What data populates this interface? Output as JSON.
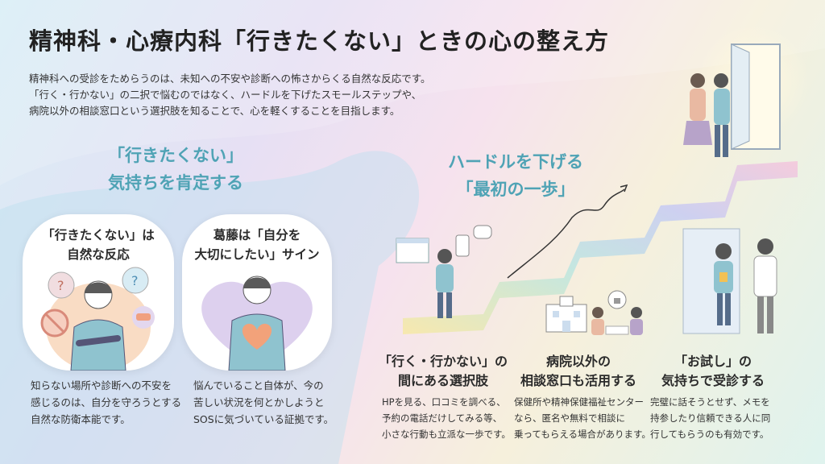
{
  "title": "精神科・心療内科「行きたくない」ときの心の整え方",
  "intro": [
    "精神科への受診をためらうのは、未知への不安や診断への怖さからくる自然な反応です。",
    "「行く・行かない」の二択で悩むのではなく、ハードルを下げたスモールステップや、",
    "病院以外の相談窓口という選択肢を知ることで、心を軽くすることを目指します。"
  ],
  "left": {
    "heading": [
      "「行きたくない」",
      "気持ちを肯定する"
    ],
    "cards": [
      {
        "title": [
          "「行きたくない」は",
          "自然な反応"
        ],
        "text": [
          "知らない場所や診断への不安を",
          "感じるのは、自分を守ろうとする",
          "自然な防衛本能です。"
        ]
      },
      {
        "title": [
          "葛藤は「自分を",
          "大切にしたい」サイン"
        ],
        "text": [
          "悩んでいること自体が、今の",
          "苦しい状況を何とかしようと",
          "SOSに気づいている証拠です。"
        ]
      }
    ]
  },
  "right": {
    "heading": [
      "ハードルを下げる",
      "「最初の一歩」"
    ],
    "steps": [
      {
        "title": [
          "「行く・行かない」の",
          "間にある選択肢"
        ],
        "text": [
          "HPを見る、口コミを調べる、",
          "予約の電話だけしてみる等、",
          "小さな行動も立派な一歩です。"
        ]
      },
      {
        "title": [
          "病院以外の",
          "相談窓口も活用する"
        ],
        "text": [
          "保健所や精神保健福祉センター",
          "なら、匿名や無料で相談に",
          "乗ってもらえる場合があります。"
        ]
      },
      {
        "title": [
          "「お試し」の",
          "気持ちで受診する"
        ],
        "text": [
          "完璧に話そうとせず、メモを",
          "持参したり信頼できる人に同",
          "行してもらうのも有効です。"
        ]
      }
    ]
  },
  "colors": {
    "accent": "#4fa3b5",
    "shirt": "#8fc3cf",
    "hair": "#5a5a5a"
  }
}
